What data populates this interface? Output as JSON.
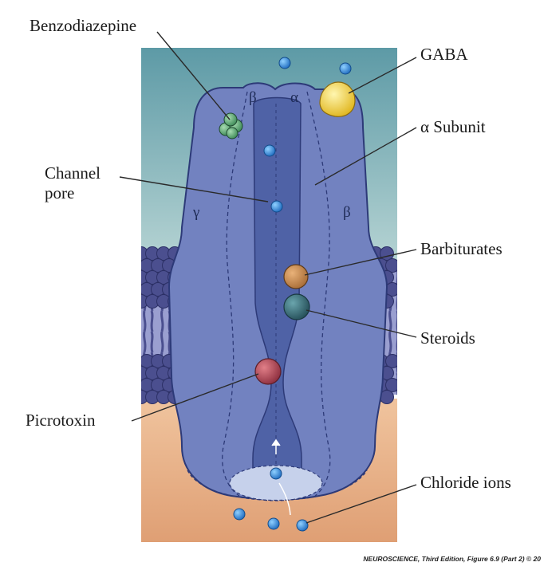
{
  "labels": {
    "benzodiazepine": "Benzodiazepine",
    "gaba": "GABA",
    "alpha_subunit": "α Subunit",
    "channel_pore_1": "Channel",
    "channel_pore_2": "pore",
    "barbiturates": "Barbiturates",
    "steroids": "Steroids",
    "picrotoxin": "Picrotoxin",
    "chloride_ions": "Chloride ions"
  },
  "subunits": {
    "beta_top": "β",
    "alpha_top": "α",
    "gamma": "γ",
    "beta_right": "β"
  },
  "credit": "NEUROSCIENCE, Third Edition, Figure 6.9 (Part 2) © 20",
  "colors": {
    "receptor": "#6f7fbd",
    "pore": "#4f62a6",
    "outline": "#2d3a78",
    "extracellular_top": "#5d9aa6",
    "extracellular_bottom": "#cfe3e0",
    "intracellular": "#e7b48a",
    "membrane": "#4b4f8f",
    "ion": "#2f7fd0",
    "gaba": "#f2cf3a",
    "benzodiazepine": "#4f9a67",
    "barbiturate": "#c98d52",
    "steroid": "#3b7380",
    "picrotoxin": "#b54b5c"
  }
}
